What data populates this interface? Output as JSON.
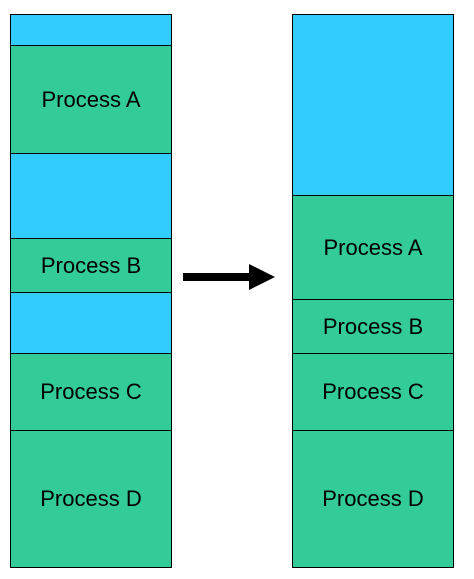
{
  "colors": {
    "free": "#33ccff",
    "process": "#33cc99",
    "border": "#000000"
  },
  "before": {
    "blocks": [
      {
        "kind": "free",
        "label": ""
      },
      {
        "kind": "process",
        "label": "Process A"
      },
      {
        "kind": "free",
        "label": ""
      },
      {
        "kind": "process",
        "label": "Process B"
      },
      {
        "kind": "free",
        "label": ""
      },
      {
        "kind": "process",
        "label": "Process C"
      },
      {
        "kind": "process",
        "label": "Process D"
      }
    ]
  },
  "after": {
    "blocks": [
      {
        "kind": "free",
        "label": ""
      },
      {
        "kind": "process",
        "label": "Process A"
      },
      {
        "kind": "process",
        "label": "Process B"
      },
      {
        "kind": "process",
        "label": "Process C"
      },
      {
        "kind": "process",
        "label": "Process D"
      }
    ]
  },
  "arrow_icon": "right-arrow-icon"
}
